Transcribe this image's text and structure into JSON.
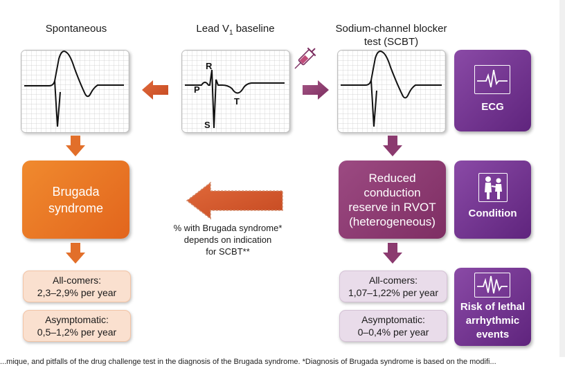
{
  "labels": {
    "spontaneous": "Spontaneous",
    "baseline_prefix": "Lead V",
    "baseline_sub": "1",
    "baseline_suffix": " baseline",
    "scbt_line1": "Sodium-channel blocker",
    "scbt_line2": "test (SCBT)"
  },
  "waves": {
    "p": "P",
    "r": "R",
    "s": "S",
    "t": "T"
  },
  "brugada": {
    "line1": "Brugada",
    "line2": "syndrome"
  },
  "reduced": {
    "line1": "Reduced",
    "line2": "conduction",
    "line3": "reserve in RVOT",
    "line4": "(heterogeneous)"
  },
  "note": {
    "line1": "% with Brugada syndrome*",
    "line2": "depends on indication",
    "line3": "for SCBT**"
  },
  "left_rates": {
    "allcomers_label": "All-comers:",
    "allcomers_value": "2,3–2,9% per year",
    "asymp_label": "Asymptomatic:",
    "asymp_value": "0,5–1,2% per year"
  },
  "right_rates": {
    "allcomers_label": "All-comers:",
    "allcomers_value": "1,07–1,22% per year",
    "asymp_label": "Asymptomatic:",
    "asymp_value": "0–0,4% per year"
  },
  "side": {
    "ecg": "ECG",
    "condition": "Condition",
    "risk_line1": "Risk of lethal",
    "risk_line2": "arrhythmic",
    "risk_line3": "events"
  },
  "icons": [
    "syringe-icon",
    "ecg-waveform-icon",
    "patient-caregiver-icon",
    "arrhythmia-icon"
  ],
  "colors": {
    "orange": "#e2651d",
    "magenta": "#7e2e63",
    "violet": "#6b2a8a",
    "peach": "#fae0cf",
    "lilac": "#e9dcea"
  },
  "caption": "...mique, and pitfalls of the drug challenge test in the diagnosis of the Brugada syndrome. *Diagnosis of Brugada syndrome is based on the modifi..."
}
